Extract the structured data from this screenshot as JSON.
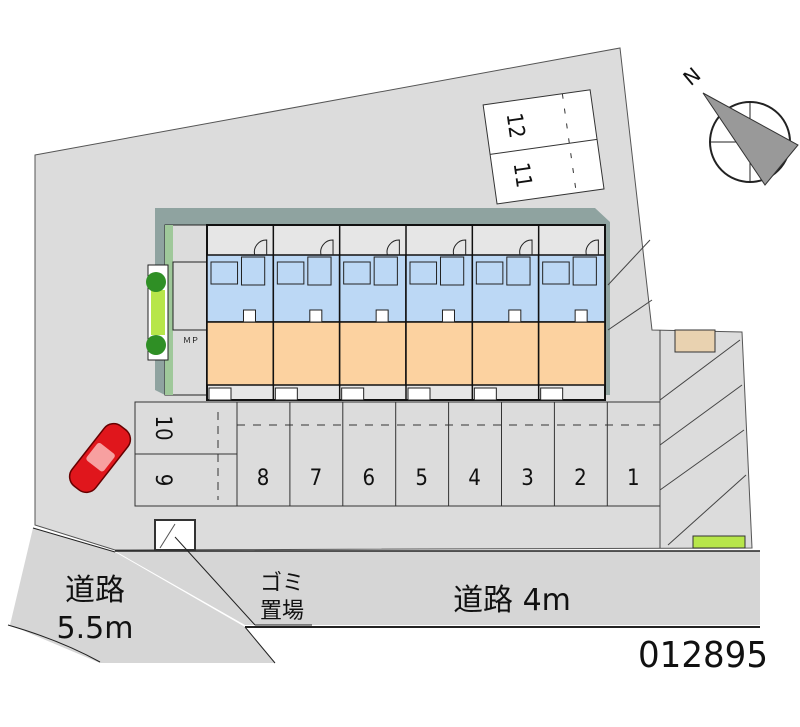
{
  "north_label": "N",
  "roads": {
    "left_name": "道路",
    "left_width": "5.5m",
    "front": "道路 4m"
  },
  "garbage": {
    "line1": "ゴミ",
    "line2": "置場"
  },
  "parking": {
    "front_slots": [
      "8",
      "7",
      "6",
      "5",
      "4",
      "3",
      "2",
      "1"
    ],
    "left_slots": [
      "10",
      "9"
    ],
    "top_slots": [
      "12",
      "11"
    ]
  },
  "units_count": 6,
  "meter_label": "ＭＰ",
  "property_code": "012895",
  "colors": {
    "lot": "#dcdcdc",
    "road": "#d6d6d6",
    "shadow": "#8fa3a0",
    "wet_area": "#bcd8f5",
    "room": "#fcd2a0",
    "car": "#e0161c",
    "greenery": "#3aa52a"
  }
}
